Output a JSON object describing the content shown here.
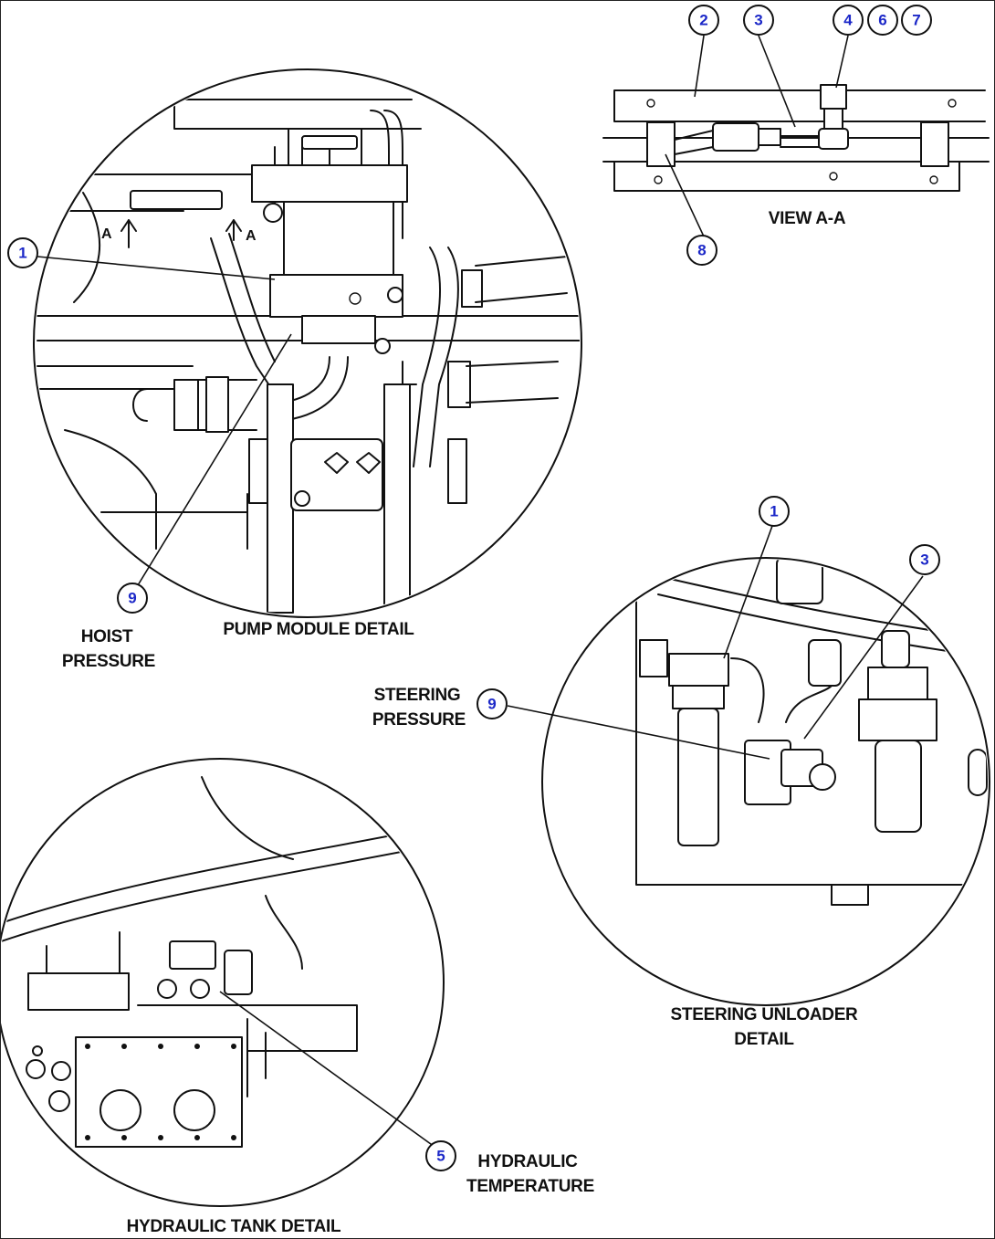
{
  "labels": {
    "view_aa": "VIEW A-A",
    "hoist_line1": "HOIST",
    "hoist_line2": "PRESSURE",
    "pump_module": "PUMP MODULE DETAIL",
    "steering_pressure_line1": "STEERING",
    "steering_pressure_line2": "PRESSURE",
    "steering_unloader_line1": "STEERING UNLOADER",
    "steering_unloader_line2": "DETAIL",
    "hydraulic_temp_line1": "HYDRAULIC",
    "hydraulic_temp_line2": "TEMPERATURE",
    "hydraulic_tank": "HYDRAULIC TANK DETAIL",
    "section_marker": "A"
  },
  "balloons": {
    "view_aa": [
      "2",
      "3",
      "4",
      "6",
      "7",
      "8"
    ],
    "pump_module": [
      "1",
      "9"
    ],
    "steering_unloader": [
      "1",
      "3",
      "9"
    ],
    "hydraulic_tank": [
      "5"
    ]
  },
  "colors": {
    "line": "#111111",
    "balloon_number": "#1c28c8",
    "background": "#ffffff"
  }
}
